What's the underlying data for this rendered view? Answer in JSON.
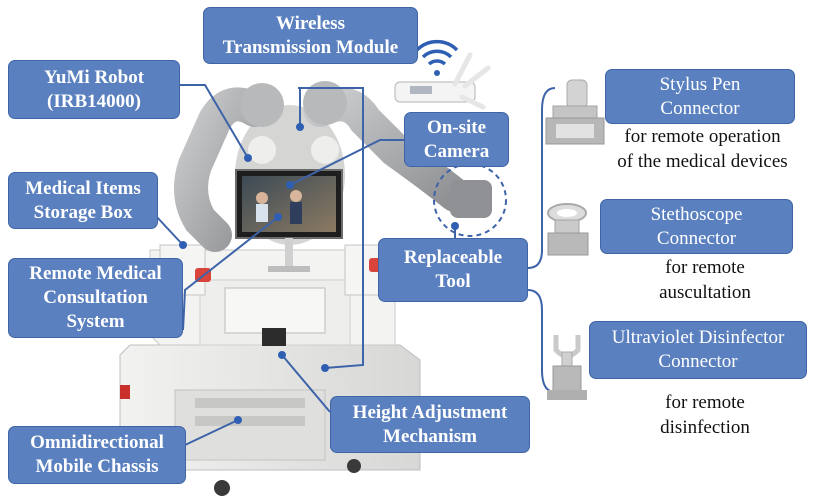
{
  "labels": {
    "wireless": [
      "Wireless",
      "Transmission Module"
    ],
    "yumi": [
      "YuMi Robot",
      "(IRB14000)"
    ],
    "onsite": [
      "On-site",
      "Camera"
    ],
    "storage": [
      "Medical Items",
      "Storage Box"
    ],
    "consult": [
      "Remote Medical",
      "Consultation",
      "System"
    ],
    "tool": [
      "Replaceable",
      "Tool"
    ],
    "height": [
      "Height Adjustment",
      "Mechanism"
    ],
    "chassis": [
      "Omnidirectional",
      "Mobile Chassis"
    ],
    "stylus": [
      "Stylus Pen",
      "Connector"
    ],
    "stetho": [
      "Stethoscope",
      "Connector"
    ],
    "uv": [
      "Ultraviolet Disinfector",
      "Connector"
    ]
  },
  "descriptions": {
    "stylus": [
      "for remote operation",
      "of the medical devices"
    ],
    "stetho": [
      "for remote",
      "auscultation"
    ],
    "uv": [
      "for remote",
      "disinfection"
    ]
  },
  "colors": {
    "label_fill": "#5b80bf",
    "leader": "#3d63a8",
    "wifi": "#2f5fb3",
    "robot_body": "#e8e8e6",
    "robot_arm": "#a7a9ab",
    "medical_red": "#d9443a"
  },
  "icons": [
    "wifi-icon",
    "robot-illustration",
    "stylus-connector-icon",
    "stethoscope-connector-icon",
    "uv-connector-icon"
  ]
}
